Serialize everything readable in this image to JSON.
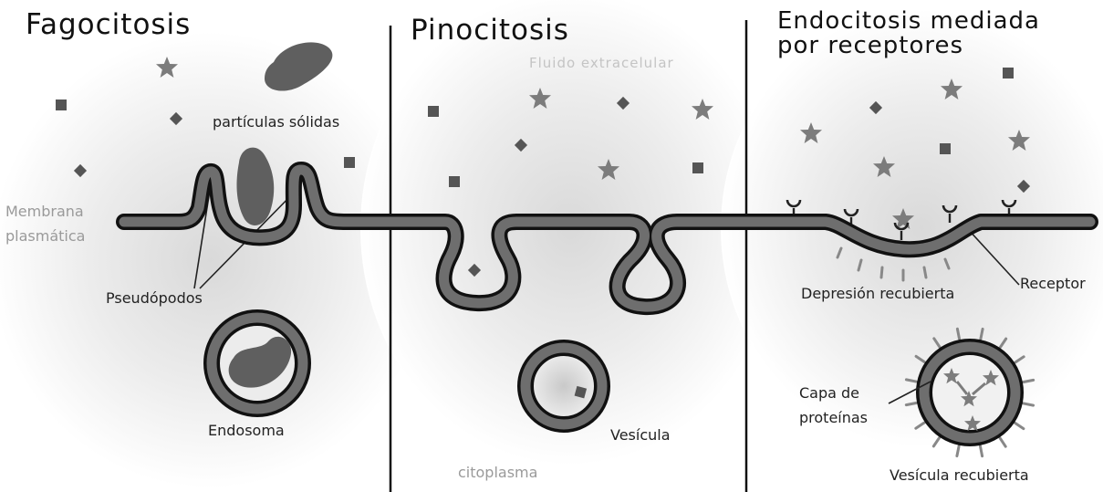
{
  "panels": {
    "fagocitosis": {
      "title": "Fagocitosis",
      "label_particles": "partículas sólidas",
      "label_membrane_1": "Membrana",
      "label_membrane_2": "plasmática",
      "label_pseudopods": "Pseudópodos",
      "label_endosome": "Endosoma"
    },
    "pinocitosis": {
      "title": "Pinocitosis",
      "label_extracellular": "Fluido extracelular",
      "label_vesicle": "Vesícula",
      "label_cytoplasm": "citoplasma"
    },
    "endocitosis": {
      "title_1": "Endocitosis mediada",
      "title_2": "por receptores",
      "label_coated_pit": "Depresión recubierta",
      "label_receptor": "Receptor",
      "label_protein_coat_1": "Capa de",
      "label_protein_coat_2": "proteínas",
      "label_coated_vesicle": "Vesícula recubierta"
    }
  },
  "colors": {
    "membrane_outline": "#111111",
    "membrane_fill": "#6e6e6e",
    "particle": "#5f5f5f",
    "star": "#7c7c7c",
    "divider": "#111111"
  }
}
